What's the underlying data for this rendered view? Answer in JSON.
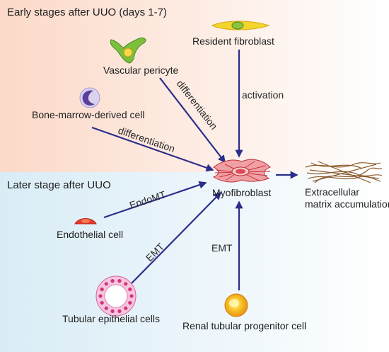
{
  "regions": {
    "early": {
      "label": "Early stages after UUO (days 1-7)",
      "color": "#fde3d6"
    },
    "later": {
      "label": "Later stage after UUO",
      "color": "#e3f1f8"
    }
  },
  "cells": {
    "resident_fibroblast": {
      "label": "Resident fibroblast",
      "icon": "fibroblast-icon"
    },
    "vascular_pericyte": {
      "label": "Vascular pericyte",
      "icon": "pericyte-icon"
    },
    "bone_marrow": {
      "label": "Bone-marrow-derived cell",
      "icon": "bone-marrow-cell-icon"
    },
    "myofibroblast": {
      "label": "Myofibroblast",
      "icon": "myofibroblast-icon"
    },
    "ecm": {
      "label": "Extracellular\nmatrix accumulation",
      "lines": [
        "Extracellular",
        "matrix accumulation"
      ],
      "icon": "ecm-fibers-icon"
    },
    "endothelial": {
      "label": "Endothelial cell",
      "icon": "endothelial-cell-icon"
    },
    "tubular_epithelial": {
      "label": "Tubular epithelial cells",
      "icon": "tubule-icon"
    },
    "renal_progenitor": {
      "label": "Renal tubular progenitor cell",
      "icon": "progenitor-cell-icon"
    }
  },
  "processes": {
    "activation": "activation",
    "pericyte_differentiation": "differentiation",
    "bone_marrow_differentiation": "differentiation",
    "endomt": "EndoMT",
    "emt_tubular": "EMT",
    "emt_progenitor": "EMT"
  },
  "colors": {
    "arrow": "#2b2d8a"
  }
}
